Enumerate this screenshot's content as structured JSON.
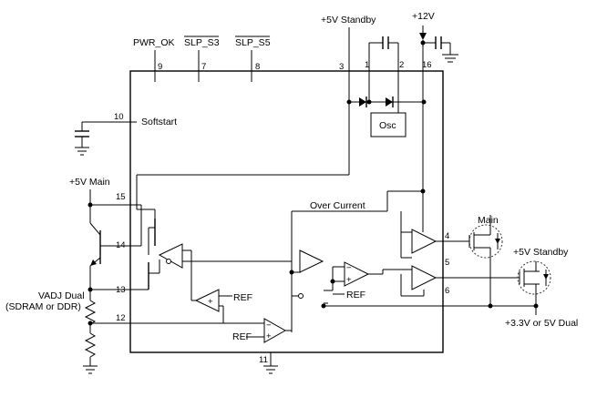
{
  "pins": {
    "pwr_ok": "PWR_OK",
    "pwr_ok_num": "9",
    "slp_s3": "SLP_S3",
    "slp_s3_num": "7",
    "slp_s5": "SLP_S5",
    "slp_s5_num": "8",
    "p3": "3",
    "p1": "1",
    "p2": "2",
    "p16": "16",
    "softstart_num": "10",
    "softstart": "Softstart",
    "p15": "15",
    "p14": "14",
    "p13": "13",
    "p12": "12",
    "p4": "4",
    "p5": "5",
    "p6": "6",
    "p11": "11"
  },
  "labels": {
    "standby_5v": "+5V Standby",
    "plus12v": "+12V",
    "osc": "Osc",
    "main_5v": "+5V Main",
    "vadj_line1": "VADJ Dual",
    "vadj_line2": "(SDRAM or DDR)",
    "over_current": "Over Current",
    "ref1": "REF",
    "ref2": "REF",
    "ref3": "REF",
    "main": "Main",
    "standby_5v_out": "+5V Standby",
    "out_33v": "+3.3V or 5V Dual"
  }
}
